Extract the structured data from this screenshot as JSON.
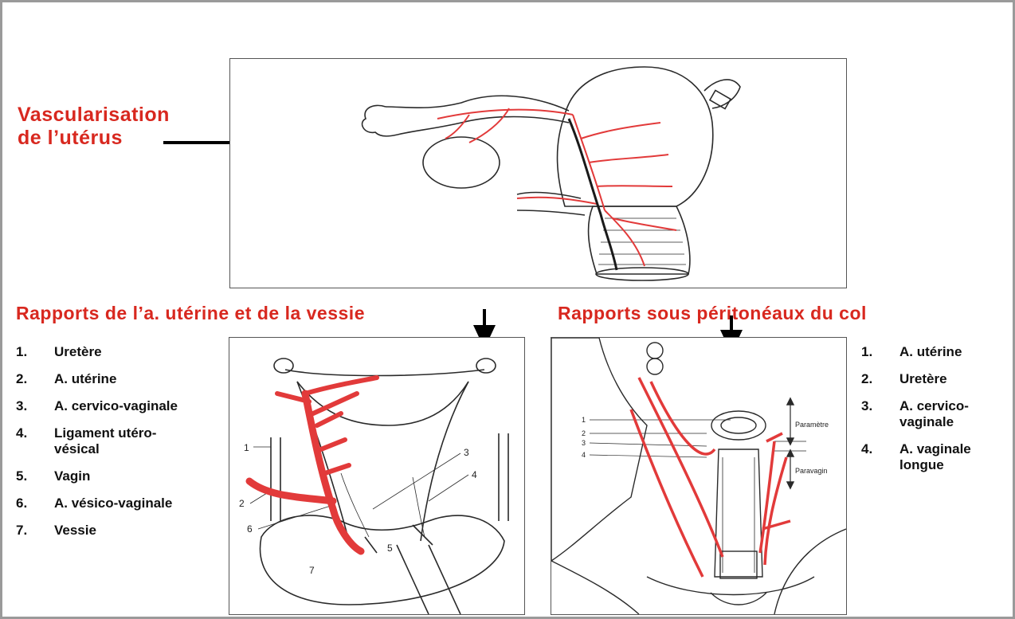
{
  "colors": {
    "accent": "#d8281f",
    "vessel": "#e23a3a",
    "line": "#2a2a2a"
  },
  "top": {
    "title_line1": "Vascularisation",
    "title_line2": "de l’utérus"
  },
  "left": {
    "title": "Rapports de l’a. utérine et de la vessie",
    "items": [
      {
        "num": "1.",
        "label": "Uretère"
      },
      {
        "num": "2.",
        "label": "A. utérine"
      },
      {
        "num": "3.",
        "label": "A. cervico-vaginale"
      },
      {
        "num": "4.",
        "label": "Ligament utéro-vésical"
      },
      {
        "num": "5.",
        "label": "Vagin"
      },
      {
        "num": "6.",
        "label": "A. vésico-vaginale"
      },
      {
        "num": "7.",
        "label": "Vessie"
      }
    ],
    "figure_numbers": [
      "1",
      "2",
      "3",
      "4",
      "5",
      "6",
      "7"
    ]
  },
  "right": {
    "title": "Rapports sous péritonéaux du col",
    "items": [
      {
        "num": "1.",
        "label": "A. utérine"
      },
      {
        "num": "2.",
        "label": "Uretère"
      },
      {
        "num": "3.",
        "label": "A. cervico-vaginale"
      },
      {
        "num": "4.",
        "label": "A. vaginale longue"
      }
    ],
    "figure_numbers": [
      "1",
      "2",
      "3",
      "4"
    ],
    "label_parametre": "Paramètre",
    "label_paravagin": "Paravagin"
  }
}
